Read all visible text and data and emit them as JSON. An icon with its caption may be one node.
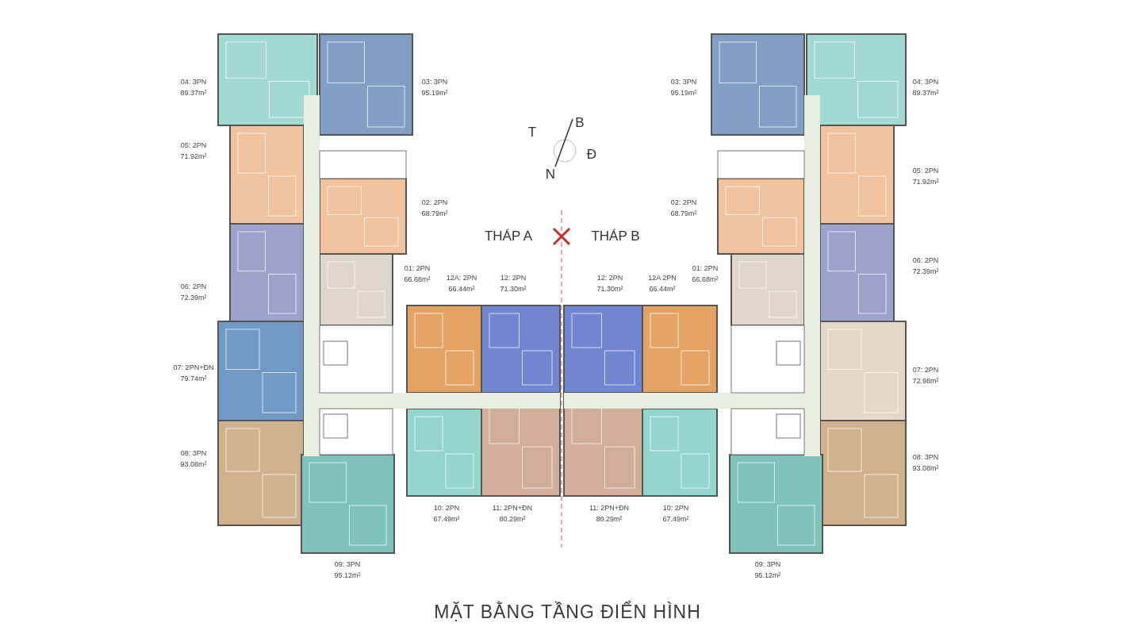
{
  "diagram": {
    "title": "MẶT BẰNG TẦNG ĐIỂN HÌNH",
    "labels": [
      "04: 3PN 89.37m²",
      "03: 3PN 95.19m²",
      "03: 3PN 95.19m²",
      "04: 3PN 89.37m²",
      "T",
      "B",
      "Đ",
      "N",
      "05: 2PN 71.92m²",
      "05: 2PN 71.92m²",
      "02: 2PN 68.79m²",
      "02: 2PN 68.79m²",
      "THÁP A",
      "THÁP B",
      "01: 2PN 66.68m²",
      "12A: 2PN 66.44m²",
      "12: 2PN 71.30m²",
      "12: 2PN 71.30m²",
      "12A 2PN 66.44m²",
      "01: 2PN 66.68m²",
      "06: 2PN 72.39m²",
      "06: 2PN 72.39m²",
      "07: 2PN+ĐN 79.74m²",
      "07: 2PN 72.98m²",
      "08: 3PN 93.08m²",
      "08: 3PN 93.08m²",
      "10: 2PN 67.49m²",
      "11: 2PN+ĐN 80.29m²",
      "11: 2PN+ĐN 80.29m²",
      "10: 2PN 67.49m²",
      "09: 3PN 95.12m²",
      "09: 3PN 95.12m²"
    ]
  }
}
